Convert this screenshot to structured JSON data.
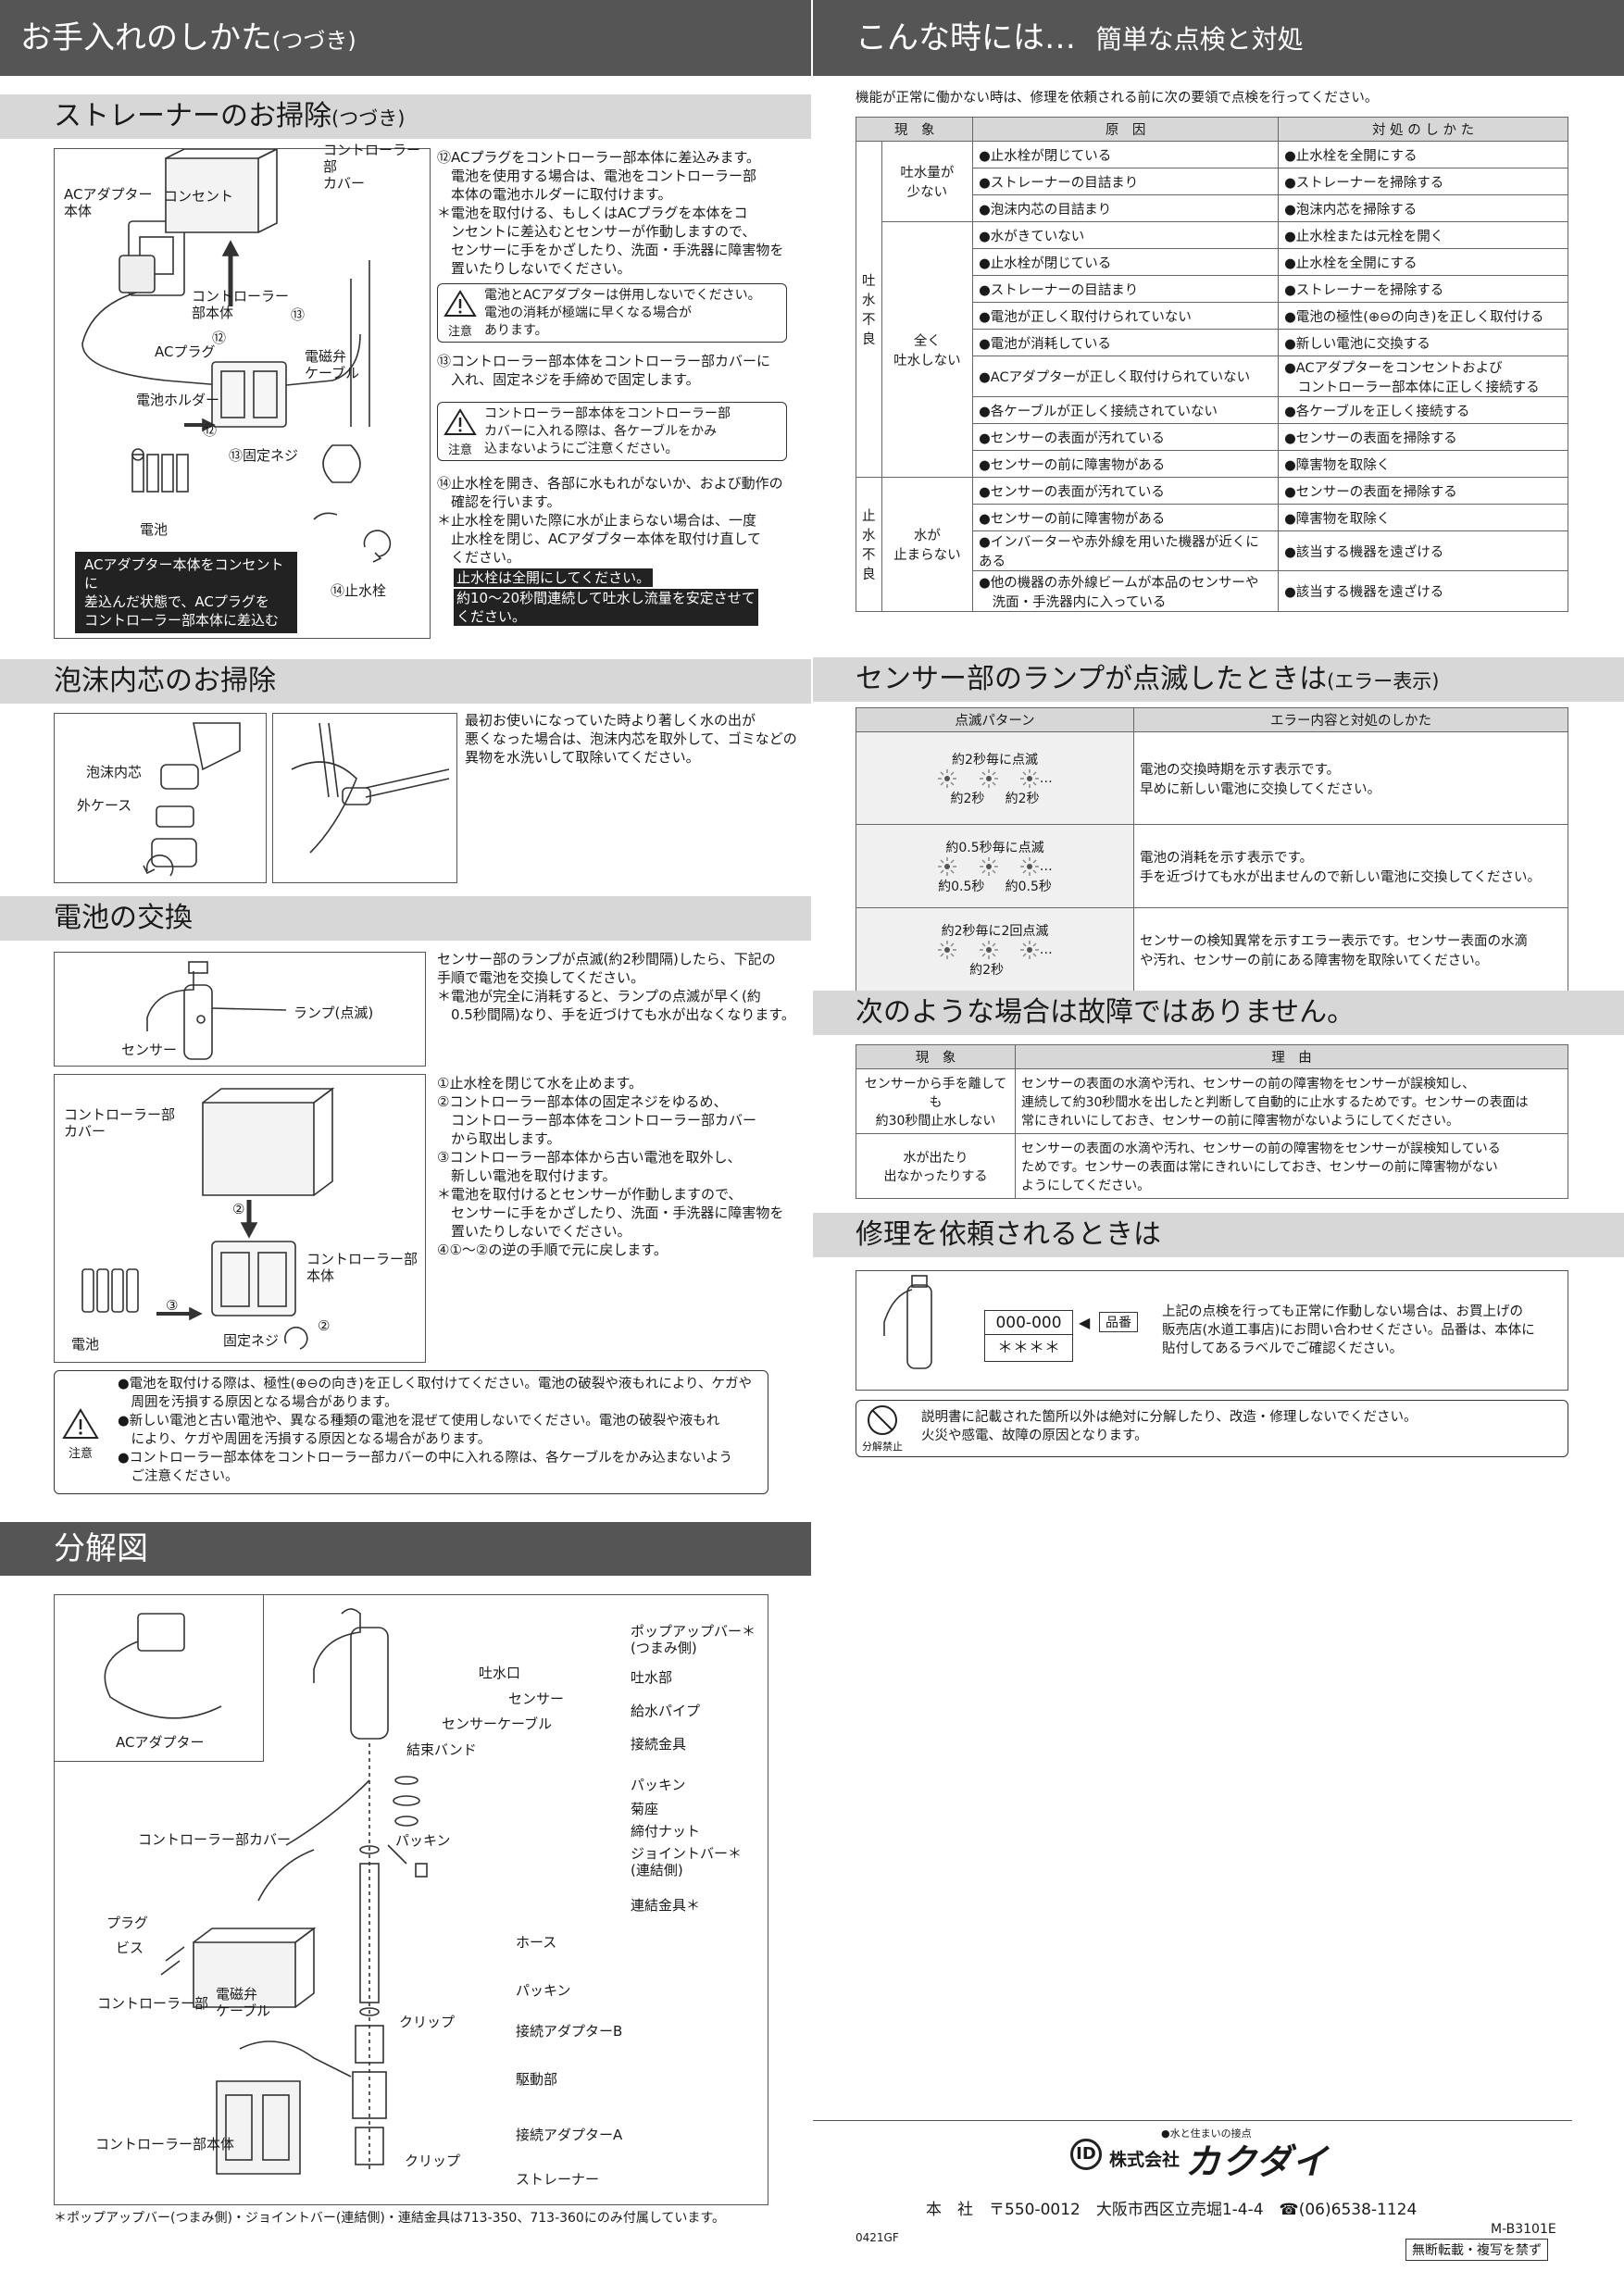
{
  "left_header": {
    "title": "お手入れのしかた",
    "suffix": "(つづき)"
  },
  "right_header": {
    "title": "こんな時には…",
    "sub": "簡単な点検と対処"
  },
  "strainer": {
    "title": "ストレーナーのお掃除",
    "suffix": "(つづき)",
    "labels": {
      "cover": "コントローラー部\nカバー",
      "adapter": "ACアダプター\n本体",
      "outlet": "コンセント",
      "body": "コントローラー\n部本体",
      "plug": "ACプラグ",
      "n12": "⑫",
      "n13": "⑬",
      "holder": "電池ホルダー",
      "valve": "電磁弁\nケーブル",
      "screw": "⑬固定ネジ",
      "battery": "電池",
      "stop": "⑭止水栓",
      "n12b": "⑫",
      "n13b": "⑬"
    },
    "black_note": "ACアダプター本体をコンセントに\n差込んだ状態で、ACプラグを\nコントローラー部本体に差込む",
    "step12": "⑫ACプラグをコントローラー部本体に差込みます。\n　電池を使用する場合は、電池をコントローラー部\n　本体の電池ホルダーに取付けます。\n＊電池を取付ける、もしくはACプラグを本体をコ\n　ンセントに差込むとセンサーが作動しますので、\n　センサーに手をかざしたり、洗面・手洗器に障害物を\n　置いたりしないでください。",
    "caution1": "電池とACアダプターは併用しないでください。\n電池の消耗が極端に早くなる場合が\nあります。",
    "step13": "⑬コントローラー部本体をコントローラー部カバーに\n　入れ、固定ネジを手締めで固定します。",
    "caution2": "コントローラー部本体をコントローラー部\nカバーに入れる際は、各ケーブルをかみ\n込まないようにご注意ください。",
    "step14": "⑭止水栓を開き、各部に水もれがないか、および動作の\n　確認を行います。\n＊止水栓を開いた際に水が止まらない場合は、一度\n　止水栓を閉じ、ACアダプター本体を取付け直して\n　ください。",
    "hl1": "止水栓は全開にしてください。",
    "hl2": "約10～20秒間連続して吐水し流量を安定させて\nください。",
    "caution_word": "注意"
  },
  "foam": {
    "title": "泡沫内芯のお掃除",
    "labels": {
      "core": "泡沫内芯",
      "case": "外ケース"
    },
    "text": "最初お使いになっていた時より著しく水の出が\n悪くなった場合は、泡沫内芯を取外して、ゴミなどの\n異物を水洗いして取除いてください。"
  },
  "battery": {
    "title": "電池の交換",
    "labels": {
      "lamp": "ランプ(点滅)",
      "sensor": "センサー",
      "cover": "コントローラー部\nカバー",
      "body": "コントローラー部\n本体",
      "battery": "電池",
      "screw": "固定ネジ",
      "n2": "②",
      "n3": "③",
      "n2b": "②"
    },
    "intro": "センサー部のランプが点滅(約2秒間隔)したら、下記の\n手順で電池を交換してください。\n＊電池が完全に消耗すると、ランプの点滅が早く(約\n　0.5秒間隔)なり、手を近づけても水が出なくなります。",
    "steps": "①止水栓を閉じて水を止めます。\n②コントローラー部本体の固定ネジをゆるめ、\n　コントローラー部本体をコントローラー部カバー\n　から取出します。\n③コントローラー部本体から古い電池を取外し、\n　新しい電池を取付けます。\n＊電池を取付けるとセンサーが作動しますので、\n　センサーに手をかざしたり、洗面・手洗器に障害物を\n　置いたりしないでください。\n④①～②の逆の手順で元に戻します。",
    "caution": "●電池を取付ける際は、極性(⊕⊖の向き)を正しく取付けてください。電池の破裂や液もれにより、ケガや\n　周囲を汚損する原因となる場合があります。\n●新しい電池と古い電池や、異なる種類の電池を混ぜて使用しないでください。電池の破裂や液もれ\n　により、ケガや周囲を汚損する原因となる場合があります。\n●コントローラー部本体をコントローラー部カバーの中に入れる際は、各ケーブルをかみ込まないよう\n　ご注意ください。",
    "caution_word": "注意"
  },
  "exploded": {
    "title": "分解図",
    "labels": {
      "ac": "ACアダプター",
      "cover": "コントローラー部カバー",
      "plug": "プラグ",
      "screw": "ビス",
      "ctrl": "コントローラー部",
      "body": "コントローラー部本体",
      "valve": "電磁弁\nケーブル",
      "clip1": "クリップ",
      "clip2": "クリップ",
      "pop": "ポップアップバー＊\n(つまみ側)",
      "spout": "吐水口",
      "spoutbody": "吐水部",
      "sensor": "センサー",
      "supply": "給水パイプ",
      "scable": "センサーケーブル",
      "band": "結束バンド",
      "fitting": "接続金具",
      "packing1": "パッキン",
      "washer": "菊座",
      "nut": "締付ナット",
      "joint": "ジョイントバー＊\n(連結側)",
      "fitting2": "連結金具＊",
      "packing2": "パッキン",
      "hose": "ホース",
      "packing3": "パッキン",
      "adB": "接続アダプターB",
      "drive": "駆動部",
      "adA": "接続アダプターA",
      "strainer": "ストレーナー"
    },
    "footnote": "＊ポップアップバー(つまみ側)・ジョイントバー(連結側)・連結金具は713-350、713-360にのみ付属しています。"
  },
  "trouble": {
    "intro": "機能が正常に働かない時は、修理を依頼される前に次の要領で点検を行ってください。",
    "headers": [
      "現　象",
      "原　因",
      "対 処 の し か た"
    ],
    "groups": [
      {
        "outer": "",
        "inner": "吐水量が\n少ない",
        "rows": [
          [
            "●止水栓が閉じている",
            "●止水栓を全開にする"
          ],
          [
            "●ストレーナーの目詰まり",
            "●ストレーナーを掃除する"
          ],
          [
            "●泡沫内芯の目詰まり",
            "●泡沫内芯を掃除する"
          ]
        ]
      },
      {
        "outer": "吐\n水\n不\n良",
        "inner": "全く\n吐水しない",
        "rows": [
          [
            "●水がきていない",
            "●止水栓または元栓を開く"
          ],
          [
            "●止水栓が閉じている",
            "●止水栓を全開にする"
          ],
          [
            "●ストレーナーの目詰まり",
            "●ストレーナーを掃除する"
          ],
          [
            "●電池が正しく取付けられていない",
            "●電池の極性(⊕⊖の向き)を正しく取付ける"
          ],
          [
            "●電池が消耗している",
            "●新しい電池に交換する"
          ],
          [
            "●ACアダプターが正しく取付けられていない",
            "●ACアダプターをコンセントおよび\n　コントローラー部本体に正しく接続する"
          ],
          [
            "●各ケーブルが正しく接続されていない",
            "●各ケーブルを正しく接続する"
          ],
          [
            "●センサーの表面が汚れている",
            "●センサーの表面を掃除する"
          ],
          [
            "●センサーの前に障害物がある",
            "●障害物を取除く"
          ]
        ]
      },
      {
        "outer": "止\n水\n不\n良",
        "inner": "水が\n止まらない",
        "rows": [
          [
            "●センサーの表面が汚れている",
            "●センサーの表面を掃除する"
          ],
          [
            "●センサーの前に障害物がある",
            "●障害物を取除く"
          ],
          [
            "●インバーターや赤外線を用いた機器が近くにある",
            "●該当する機器を遠ざける"
          ],
          [
            "●他の機器の赤外線ビームが本品のセンサーや\n　洗面・手洗器内に入っている",
            "●該当する機器を遠ざける"
          ]
        ]
      }
    ]
  },
  "lamp": {
    "title": "センサー部のランプが点滅したときは",
    "suffix": "(エラー表示)",
    "headers": [
      "点滅パターン",
      "エラー内容と対処のしかた"
    ],
    "rows": [
      {
        "pattern": "約2秒毎に点滅",
        "t1": "約2秒",
        "t2": "約2秒",
        "desc": "電池の交換時期を示す表示です。\n早めに新しい電池に交換してください。"
      },
      {
        "pattern": "約0.5秒毎に点滅",
        "t1": "約0.5秒",
        "t2": "約0.5秒",
        "desc": "電池の消耗を示す表示です。\n手を近づけても水が出ませんので新しい電池に交換してください。"
      },
      {
        "pattern": "約2秒毎に2回点滅",
        "t1": "約2秒",
        "t2": "",
        "desc": "センサーの検知異常を示すエラー表示です。センサー表面の水滴\nや汚れ、センサーの前にある障害物を取除いてください。"
      }
    ],
    "dots": "…"
  },
  "notfault": {
    "title": "次のような場合は故障ではありません。",
    "headers": [
      "現　象",
      "理　由"
    ],
    "rows": [
      {
        "ph": "センサーから手を離しても\n約30秒間止水しない",
        "reason": "センサーの表面の水滴や汚れ、センサーの前の障害物をセンサーが誤検知し、\n連続して約30秒間水を出したと判断して自動的に止水するためです。センサーの表面は\n常にきれいにしておき、センサーの前に障害物がないようにしてください。"
      },
      {
        "ph": "水が出たり\n出なかったりする",
        "reason": "センサーの表面の水滴や汚れ、センサーの前の障害物をセンサーが誤検知している\nためです。センサーの表面は常にきれいにしておき、センサーの前に障害物がない\nようにしてください。"
      }
    ]
  },
  "repair": {
    "title": "修理を依頼されるときは",
    "code1": "000-000",
    "code2": "＊＊＊＊",
    "hinban": "品番",
    "text": "上記の点検を行っても正常に作動しない場合は、お買上げの\n販売店(水道工事店)にお問い合わせください。品番は、本体に\n貼付してあるラベルでご確認ください。"
  },
  "nodisassemble": {
    "label": "分解禁止",
    "text": "説明書に記載された箇所以外は絶対に分解したり、改造・修理しないでください。\n火災や感電、故障の原因となります。"
  },
  "footer": {
    "tagline": "●水と住まいの接点",
    "company": "株式会社",
    "brand": "カクダイ",
    "hq": "本　社　〒550-0012　大阪市西区立売堀1-4-4　☎(06)6538-1124",
    "code": "M-B3101E",
    "date": "0421GF",
    "notice": "無断転載・複写を禁ず"
  }
}
